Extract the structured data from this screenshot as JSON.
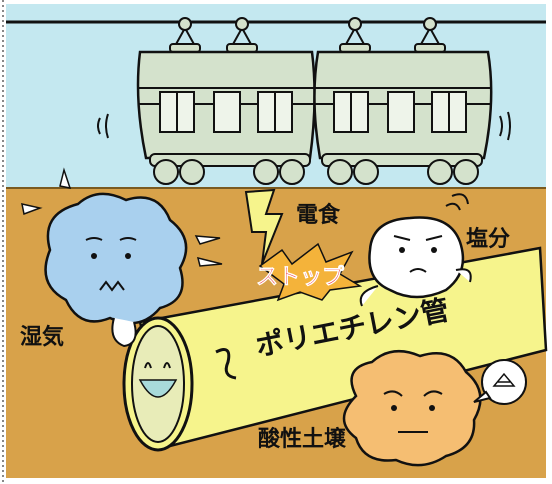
{
  "illustration": {
    "labels": {
      "electrolytic_corrosion": "電食",
      "salt": "塩分",
      "stop": "ストップ",
      "pipe": "ポリエチレン管",
      "humidity": "湿気",
      "acidic_soil": "酸性土壌"
    },
    "colors": {
      "sky": "#c4e8f0",
      "soil": "#d8a24a",
      "train_body": "#d4e2cc",
      "pipe": "#f6f48c",
      "humidity_cloud": "#a9d0ee",
      "soil_creature": "#f5be72",
      "stop_red": "#e8202a",
      "spark_orange": "#f4b33a"
    }
  }
}
